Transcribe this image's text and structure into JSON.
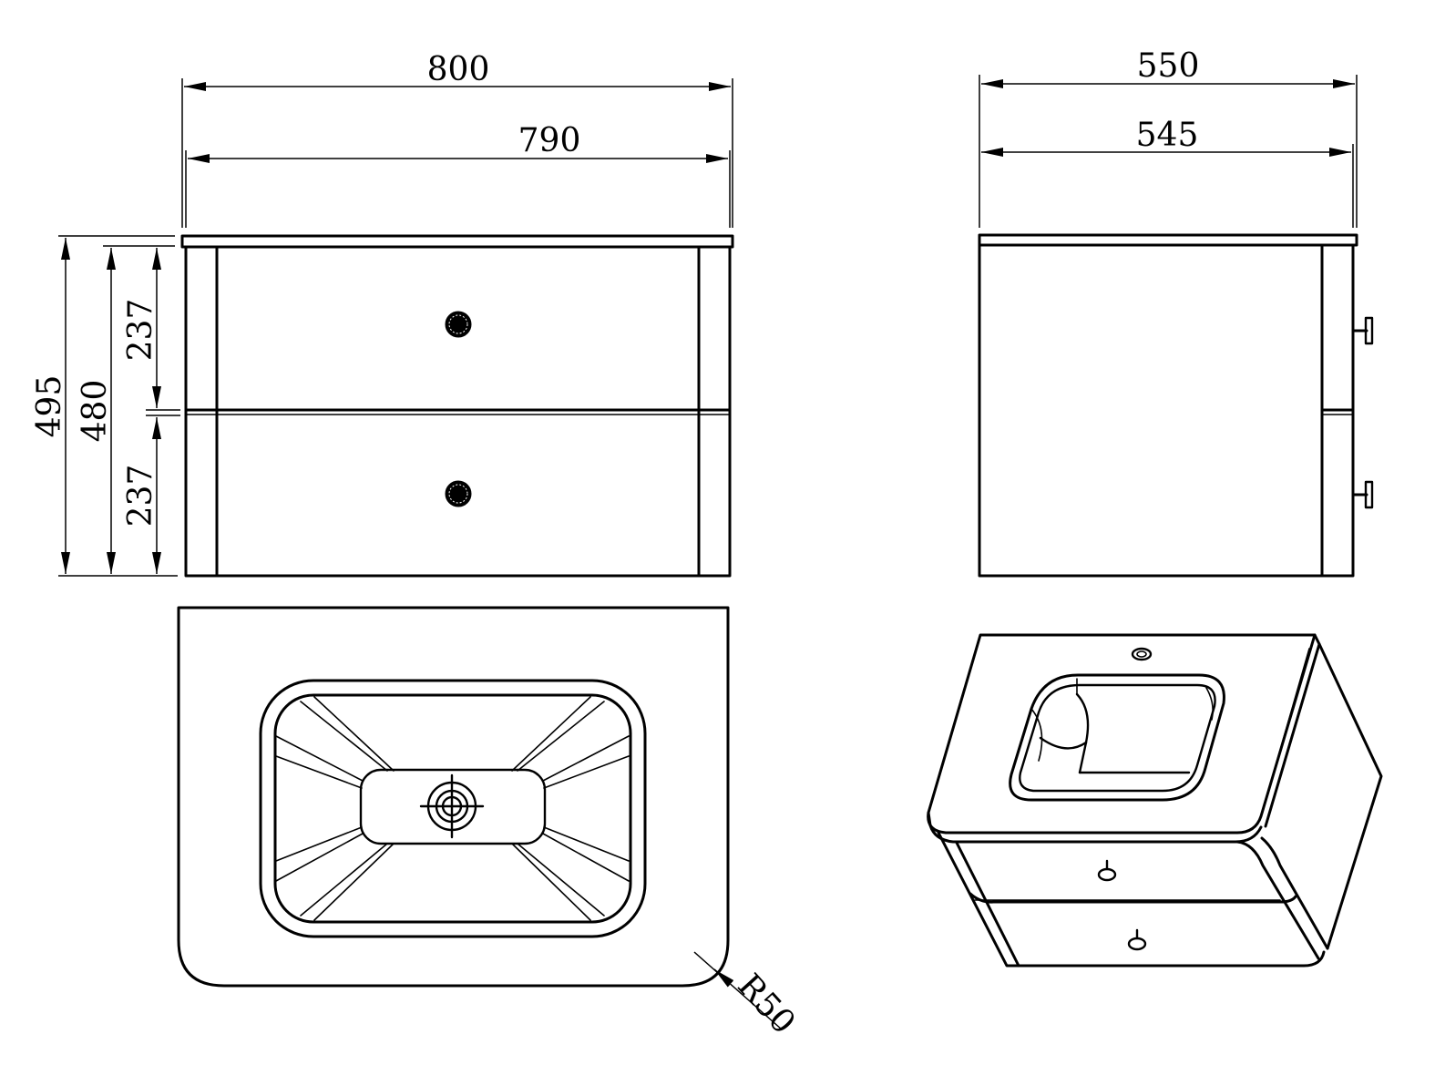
{
  "dimensions": {
    "overall_width": "800",
    "cabinet_width": "790",
    "side_depth": "550",
    "side_body_depth": "545",
    "overall_height": "495",
    "cabinet_height": "480",
    "top_drawer_height": "237",
    "bottom_drawer_height": "237",
    "corner_radius": "R50"
  },
  "colors": {
    "line": "#000000",
    "background": "#ffffff"
  }
}
